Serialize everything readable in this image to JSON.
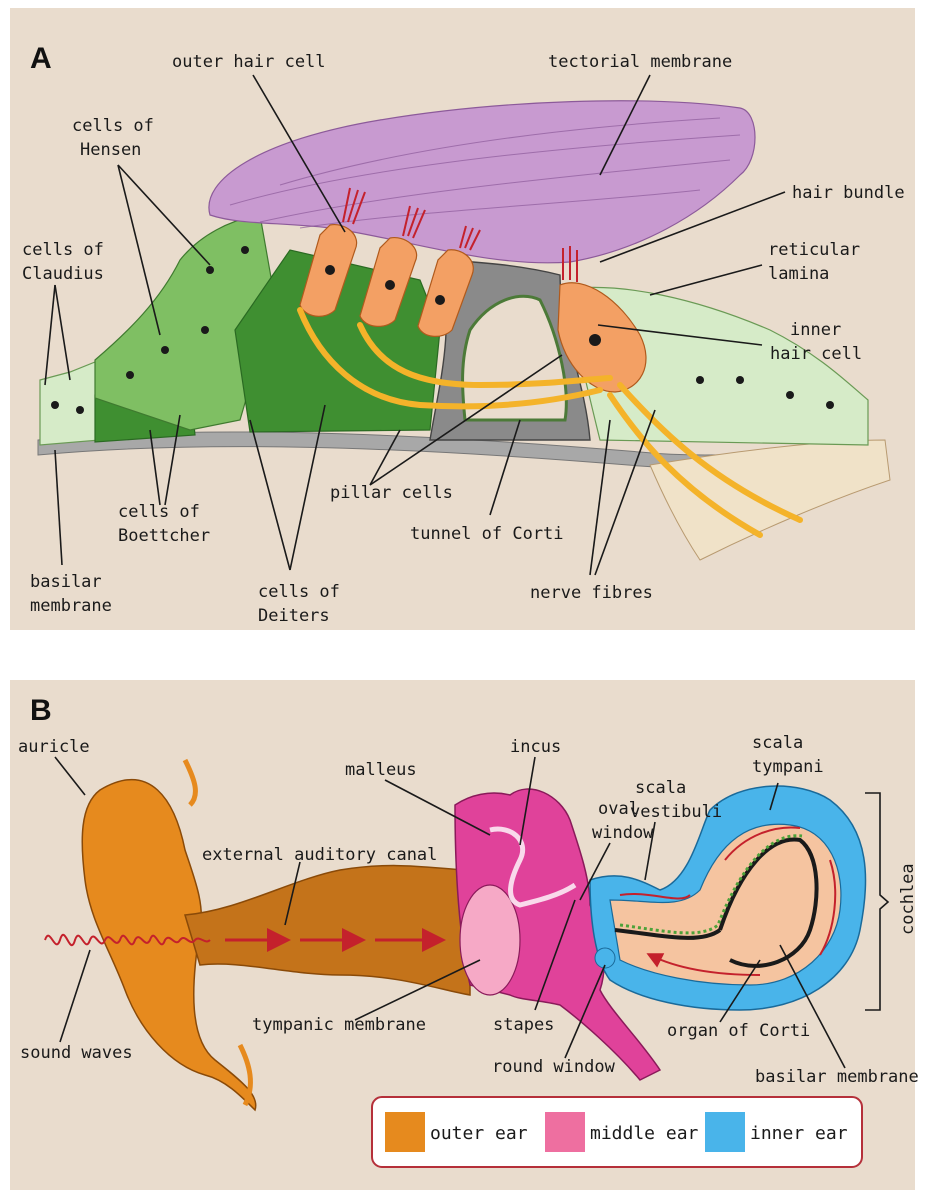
{
  "panels": {
    "a": {
      "letter": "A",
      "labels": {
        "outer_hair_cell": "outer hair cell",
        "tectorial_membrane": "tectorial membrane",
        "cells_of_hensen_1": "cells of",
        "cells_of_hensen_2": "Hensen",
        "hair_bundle": "hair bundle",
        "cells_of_claudius_1": "cells of",
        "cells_of_claudius_2": "Claudius",
        "reticular_lamina_1": "reticular",
        "reticular_lamina_2": "lamina",
        "inner_hair_cell_1": "inner",
        "inner_hair_cell_2": "hair cell",
        "pillar_cells": "pillar cells",
        "cells_of_boettcher_1": "cells of",
        "cells_of_boettcher_2": "Boettcher",
        "tunnel_of_corti": "tunnel of Corti",
        "basilar_membrane_1": "basilar",
        "basilar_membrane_2": "membrane",
        "cells_of_deiters_1": "cells of",
        "cells_of_deiters_2": "Deiters",
        "nerve_fibres": "nerve fibres"
      }
    },
    "b": {
      "letter": "B",
      "labels": {
        "auricle": "auricle",
        "incus": "incus",
        "scala_tympani_1": "scala",
        "scala_tympani_2": "tympani",
        "malleus": "malleus",
        "scala_vestibuli_1": "scala",
        "scala_vestibuli_2": "vestibuli",
        "oval_window_1": "oval",
        "oval_window_2": "window",
        "external_auditory_canal": "external auditory canal",
        "cochlea": "cochlea",
        "tympanic_membrane": "tympanic membrane",
        "stapes": "stapes",
        "organ_of_corti": "organ of Corti",
        "sound_waves": "sound waves",
        "round_window": "round window",
        "basilar_membrane": "basilar membrane"
      },
      "legend": [
        {
          "label": "outer ear",
          "color": "#e68a1e"
        },
        {
          "label": "middle ear",
          "color": "#ee6fa0"
        },
        {
          "label": "inner ear",
          "color": "#49b4ea"
        }
      ]
    }
  },
  "colors": {
    "background": "#e9dccd",
    "tectorial": "#c89ad0",
    "support_light": "#d6ebc8",
    "support_mid": "#7fbf63",
    "support_dark": "#3f8f31",
    "hair_cell": "#f3a064",
    "nerve": "#f4b32a",
    "outer_ear": "#e68a1e",
    "middle_ear": "#e0429a",
    "inner_ear": "#49b4ea",
    "arrow": "#c4212c"
  }
}
